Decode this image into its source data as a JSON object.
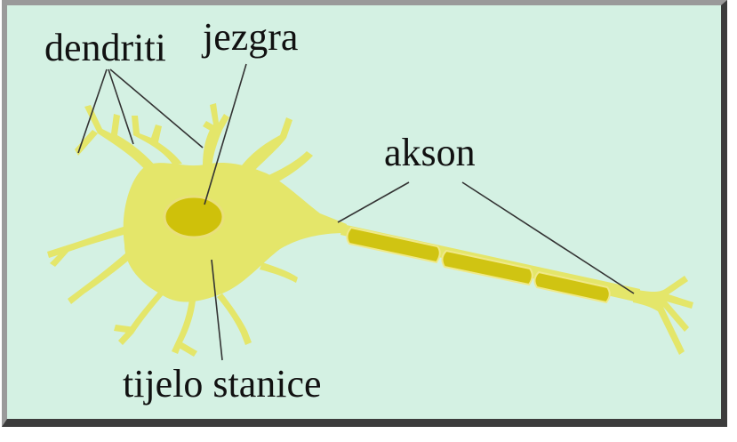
{
  "labels": {
    "dendrites": "dendriti",
    "nucleus": "jezgra",
    "axon": "akson",
    "cell_body": "tijelo stanice"
  },
  "colors": {
    "background": "#d4f1e3",
    "neuron_fill": "#e4e66a",
    "nucleus_fill": "#cfc10a",
    "myelin_fill": "#d0c412",
    "pointer_line": "#333333"
  }
}
